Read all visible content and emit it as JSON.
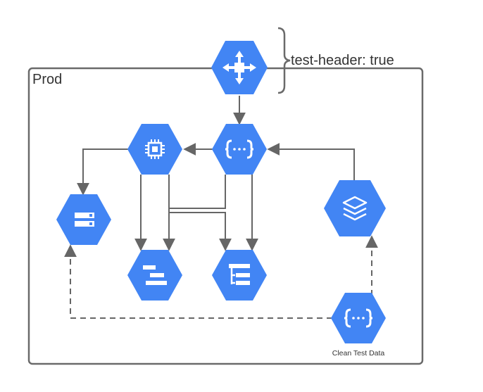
{
  "diagram": {
    "container_label": "Prod",
    "brace_label": "test-header: true",
    "colors": {
      "node_fill": "#4285f4",
      "edge": "#666666",
      "border": "#6a6a6a",
      "text": "#333333"
    },
    "nodes": [
      {
        "id": "load-balancer",
        "icon": "load-balancer-icon",
        "label": ""
      },
      {
        "id": "api-endpoint",
        "icon": "api-endpoint-icon",
        "label": ""
      },
      {
        "id": "compute-engine",
        "icon": "cpu-chip-icon",
        "label": ""
      },
      {
        "id": "storage",
        "icon": "storage-icon",
        "label": ""
      },
      {
        "id": "data-stack",
        "icon": "layers-icon",
        "label": ""
      },
      {
        "id": "bigtable",
        "icon": "bars-icon",
        "label": ""
      },
      {
        "id": "datastore",
        "icon": "tree-icon",
        "label": ""
      },
      {
        "id": "clean-test-data",
        "icon": "api-endpoint-icon",
        "label": "Clean Test Data"
      }
    ],
    "edges": [
      {
        "from": "load-balancer",
        "to": "api-endpoint",
        "style": "solid"
      },
      {
        "from": "api-endpoint",
        "to": "compute-engine",
        "style": "solid"
      },
      {
        "from": "data-stack",
        "to": "api-endpoint",
        "style": "solid"
      },
      {
        "from": "compute-engine",
        "to": "storage",
        "style": "solid"
      },
      {
        "from": "compute-engine",
        "to": "bigtable",
        "style": "solid"
      },
      {
        "from": "compute-engine",
        "to": "datastore",
        "style": "solid"
      },
      {
        "from": "api-endpoint",
        "to": "bigtable",
        "style": "solid"
      },
      {
        "from": "api-endpoint",
        "to": "datastore",
        "style": "solid"
      },
      {
        "from": "clean-test-data",
        "to": "storage",
        "style": "dashed"
      },
      {
        "from": "clean-test-data",
        "to": "data-stack",
        "style": "dashed"
      }
    ]
  }
}
